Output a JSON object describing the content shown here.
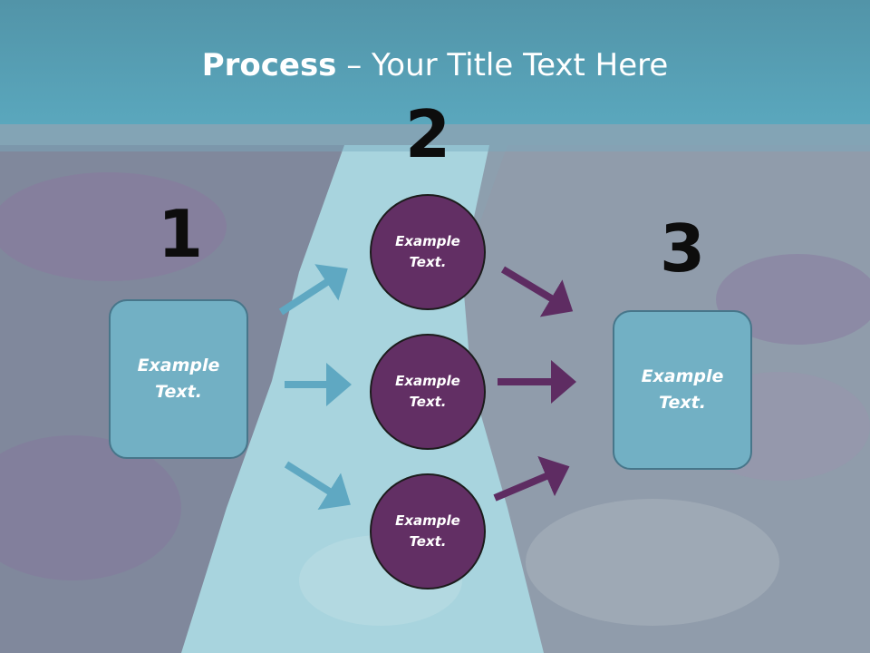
{
  "title": {
    "bold": "Process",
    "rest": " – Your Title Text Here"
  },
  "steps": [
    {
      "number": "1",
      "text": [
        "Example",
        "Text."
      ]
    },
    {
      "number": "2",
      "items": [
        [
          "Example",
          "Text."
        ],
        [
          "Example",
          "Text."
        ],
        [
          "Example",
          "Text."
        ]
      ]
    },
    {
      "number": "3",
      "text": [
        "Example",
        "Text."
      ]
    }
  ],
  "colors": {
    "header": "#5aa7bd",
    "box_fill": "#72b0c4",
    "box_border": "#47768a",
    "circle_fill": "#622f64",
    "arrow_teal": "#5fa8c2",
    "arrow_purple": "#5e2c62",
    "number_color": "#0d0d0d"
  }
}
